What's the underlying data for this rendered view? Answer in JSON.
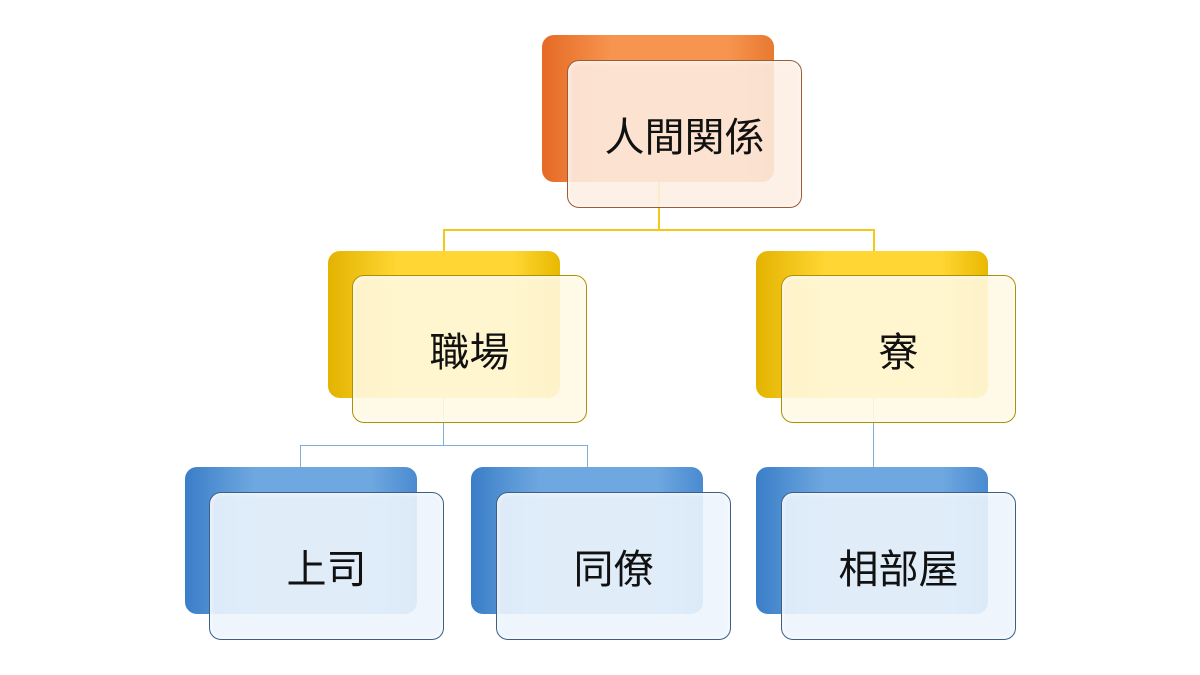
{
  "diagram": {
    "root": {
      "label": "人間関係",
      "color": "#f7944f"
    },
    "level1": [
      {
        "label": "職場",
        "color": "#ffd633"
      },
      {
        "label": "寮",
        "color": "#ffd633"
      }
    ],
    "level2": [
      {
        "label": "上司",
        "parent": "職場",
        "color": "#6fa8e0"
      },
      {
        "label": "同僚",
        "parent": "職場",
        "color": "#6fa8e0"
      },
      {
        "label": "相部屋",
        "parent": "寮",
        "color": "#6fa8e0"
      }
    ]
  }
}
